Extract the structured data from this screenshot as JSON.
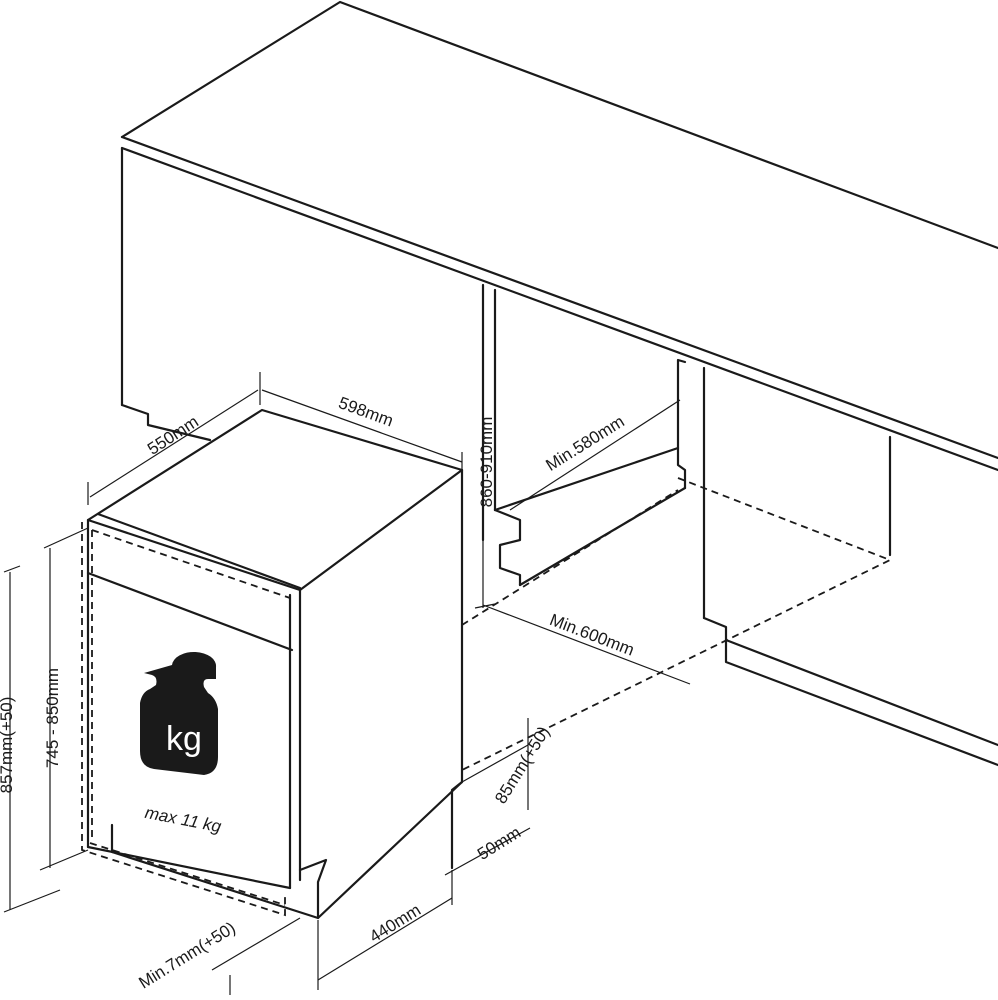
{
  "dimensions": {
    "depth": "550mm",
    "width": "598mm",
    "niche_height": "860-910mm",
    "niche_depth": "Min.580mm",
    "niche_width": "Min.600mm",
    "total_height": "857mm(+50)",
    "panel_height": "745 - 850mm",
    "plinth_height": "85mm(+50)",
    "plinth_setback": "50mm",
    "door_depth": "440mm",
    "door_gap": "Min.7mm(+50)"
  },
  "weight_panel": {
    "icon_label": "kg",
    "max_load": "max 11 kg"
  },
  "colors": {
    "line": "#1a1a1a",
    "background": "#ffffff"
  }
}
